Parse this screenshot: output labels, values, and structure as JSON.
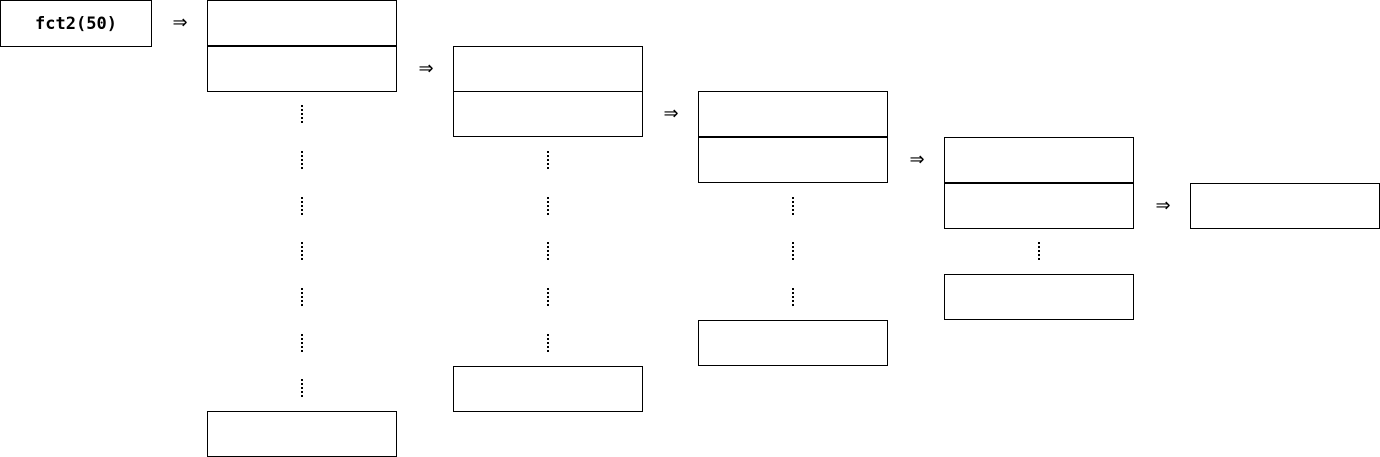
{
  "diagram": {
    "call_label": "fct2(50)",
    "arrow_symbol": "⇒",
    "vertical_ellipsis": "⋮",
    "columns": [
      {
        "top_cells": 2,
        "ellipsis_rows": 7,
        "bottom_cells": 1
      },
      {
        "top_cells": 2,
        "ellipsis_rows": 5,
        "bottom_cells": 1
      },
      {
        "top_cells": 2,
        "ellipsis_rows": 3,
        "bottom_cells": 1
      },
      {
        "top_cells": 2,
        "ellipsis_rows": 1,
        "bottom_cells": 1
      },
      {
        "top_cells": 1,
        "ellipsis_rows": 0,
        "bottom_cells": 0
      }
    ]
  }
}
